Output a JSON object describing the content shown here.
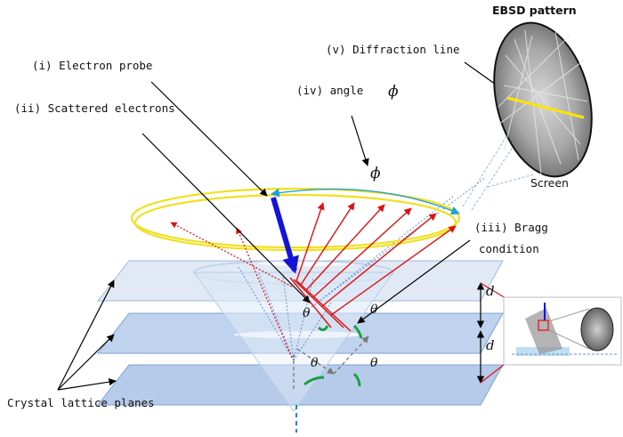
{
  "labels": {
    "electron_probe": "(i) Electron probe",
    "scattered_electrons": "(ii) Scattered electrons",
    "angle": "(iv) angle",
    "bragg_line1": "(iii) Bragg",
    "bragg_line2": "condition",
    "diffraction_line": "(v) Diffraction line",
    "ebsd_pattern": "EBSD pattern",
    "screen": "Screen",
    "crystal_planes": "Crystal lattice planes"
  },
  "symbols": {
    "phi": "ϕ",
    "theta": "θ",
    "d": "d"
  },
  "colors": {
    "probe": "#1414d8",
    "red_rays": "#e01010",
    "cone_ring": "#f0e020",
    "phi_arc": "#1fa0d8",
    "plane_fill": "#c8d8f0",
    "green_arc": "#18a040",
    "diffraction_line": "#ffe400"
  }
}
